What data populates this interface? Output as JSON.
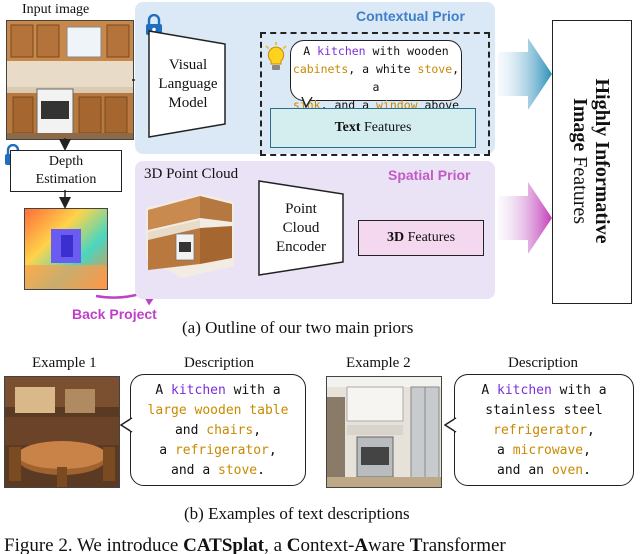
{
  "top": {
    "input_image_label": "Input image",
    "vlm_label": [
      "Visual",
      "Language",
      "Model"
    ],
    "contextual_prior_title": "Contextual Prior",
    "bubble_lines": [
      [
        {
          "t": "A ",
          "c": ""
        },
        {
          "t": "kitchen",
          "c": "blue"
        },
        {
          "t": " with wooden",
          "c": ""
        }
      ],
      [
        {
          "t": "cabinets",
          "c": "orange"
        },
        {
          "t": ", a white ",
          "c": ""
        },
        {
          "t": "stove",
          "c": "orange"
        },
        {
          "t": ", a",
          "c": ""
        }
      ],
      [
        {
          "t": "sink",
          "c": "orange"
        },
        {
          "t": ", and a ",
          "c": ""
        },
        {
          "t": "window",
          "c": "orange"
        },
        {
          "t": " above it.",
          "c": ""
        }
      ]
    ],
    "text_features_bold": "Text",
    "text_features_rest": " Features",
    "depth_label": [
      "Depth",
      "Estimation"
    ],
    "point_cloud_label": "3D Point Cloud",
    "spatial_prior_title": "Spatial Prior",
    "pc_encoder_label": [
      "Point",
      "Cloud",
      "Encoder"
    ],
    "features3d_bold": "3D",
    "features3d_rest": " Features",
    "back_project": "Back Project",
    "output_bold": [
      "Highly Informative",
      "Image"
    ],
    "output_rest": " Features",
    "caption_a": "(a) Outline of our two main priors"
  },
  "bottom": {
    "example1_label": "Example 1",
    "description1_label": "Description",
    "example2_label": "Example 2",
    "description2_label": "Description",
    "desc1_lines": [
      [
        {
          "t": "A ",
          "c": ""
        },
        {
          "t": "kitchen",
          "c": "blue"
        },
        {
          "t": " with a",
          "c": ""
        }
      ],
      [
        {
          "t": "large wooden table",
          "c": "orange"
        }
      ],
      [
        {
          "t": "and ",
          "c": ""
        },
        {
          "t": "chairs",
          "c": "orange"
        },
        {
          "t": ",",
          "c": ""
        }
      ],
      [
        {
          "t": "a ",
          "c": ""
        },
        {
          "t": "refrigerator",
          "c": "orange"
        },
        {
          "t": ",",
          "c": ""
        }
      ],
      [
        {
          "t": "and a ",
          "c": ""
        },
        {
          "t": "stove",
          "c": "orange"
        },
        {
          "t": ".",
          "c": ""
        }
      ]
    ],
    "desc2_lines": [
      [
        {
          "t": "A ",
          "c": ""
        },
        {
          "t": "kitchen",
          "c": "blue"
        },
        {
          "t": " with a",
          "c": ""
        }
      ],
      [
        {
          "t": "stainless steel",
          "c": ""
        }
      ],
      [
        {
          "t": "refrigerator",
          "c": "orange"
        },
        {
          "t": ",",
          "c": ""
        }
      ],
      [
        {
          "t": "a ",
          "c": ""
        },
        {
          "t": "microwave",
          "c": "orange"
        },
        {
          "t": ",",
          "c": ""
        }
      ],
      [
        {
          "t": "and an ",
          "c": ""
        },
        {
          "t": "oven",
          "c": "orange"
        },
        {
          "t": ".",
          "c": ""
        }
      ]
    ],
    "caption_b": "(b) Examples of text descriptions"
  },
  "figure_caption": {
    "prefix": "Figure 2. We introduce ",
    "name": "CATSplat",
    "mid": ", a ",
    "c1": "C",
    "w1": "ontext-",
    "c2": "A",
    "w2": "ware ",
    "c3": "T",
    "w3": "ransformer"
  },
  "colors": {
    "contextual_panel": "#dbe8f6",
    "spatial_panel": "#e9e3f5",
    "contextual_title": "#3d7fc9",
    "spatial_title": "#c45bc4",
    "keyword_object": "#7b2fd8",
    "keyword_attribute": "#c98a00",
    "back_project": "#c040c8"
  },
  "icons": [
    "lock-icon",
    "lightbulb-icon"
  ]
}
